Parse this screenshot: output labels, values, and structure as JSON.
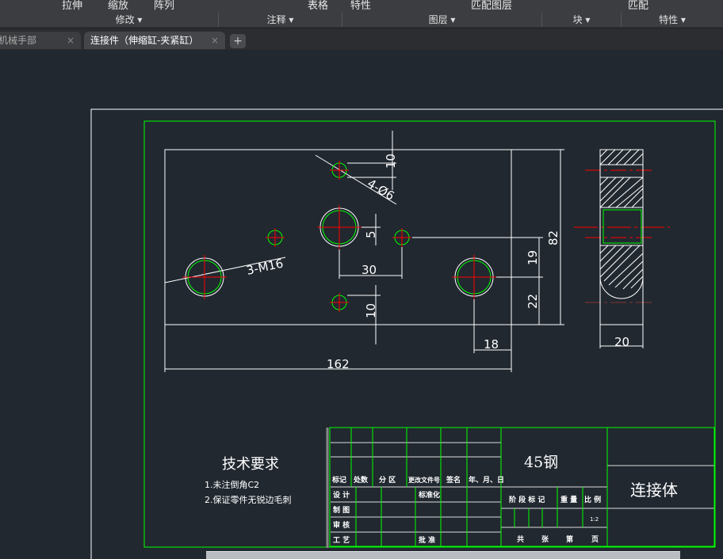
{
  "ribbon": {
    "tools": [
      "拉伸",
      "缩放",
      "阵列",
      "表格",
      "特性",
      "匹配图层",
      "匹配"
    ],
    "panels": [
      "修改 ▾",
      "注释 ▾",
      "图层 ▾",
      "块 ▾",
      "特性 ▾"
    ]
  },
  "tabs": [
    {
      "label": "机械手部",
      "close": "×"
    },
    {
      "label": "连接件（伸缩缸-夹紧缸）",
      "close": "×"
    }
  ],
  "new_tab": "+",
  "drawing": {
    "dims": {
      "d10_top": "10",
      "holes": "4-Ø6",
      "d5": "5",
      "d30": "30",
      "thread": "3-M16",
      "d10_bot": "10",
      "d19": "19",
      "d22": "22",
      "d82": "82",
      "d18": "18",
      "d162": "162",
      "d20": "20"
    },
    "tech": {
      "title": "技术要求",
      "line1": "1.未注倒角C2",
      "line2": "2.保证零件无锐边毛刺"
    },
    "title_block": {
      "material": "45钢",
      "part_name": "连接体",
      "hdr": [
        "标记",
        "处数",
        "分 区",
        "更改文件号",
        "签名",
        "年、月、日"
      ],
      "rows": [
        "设 计",
        "制 图",
        "审 核",
        "工 艺"
      ],
      "std": "标准化",
      "approve": "批 准",
      "stage": "阶 段 标 记",
      "weight": "重 量",
      "scale_label": "比 例",
      "scale": "1:2",
      "sheets": [
        "共",
        "张",
        "第",
        "页"
      ]
    }
  },
  "colors": {
    "frame": "#00ff00",
    "line": "#ffffff",
    "center": "#ff0000",
    "bg": "#212830"
  }
}
